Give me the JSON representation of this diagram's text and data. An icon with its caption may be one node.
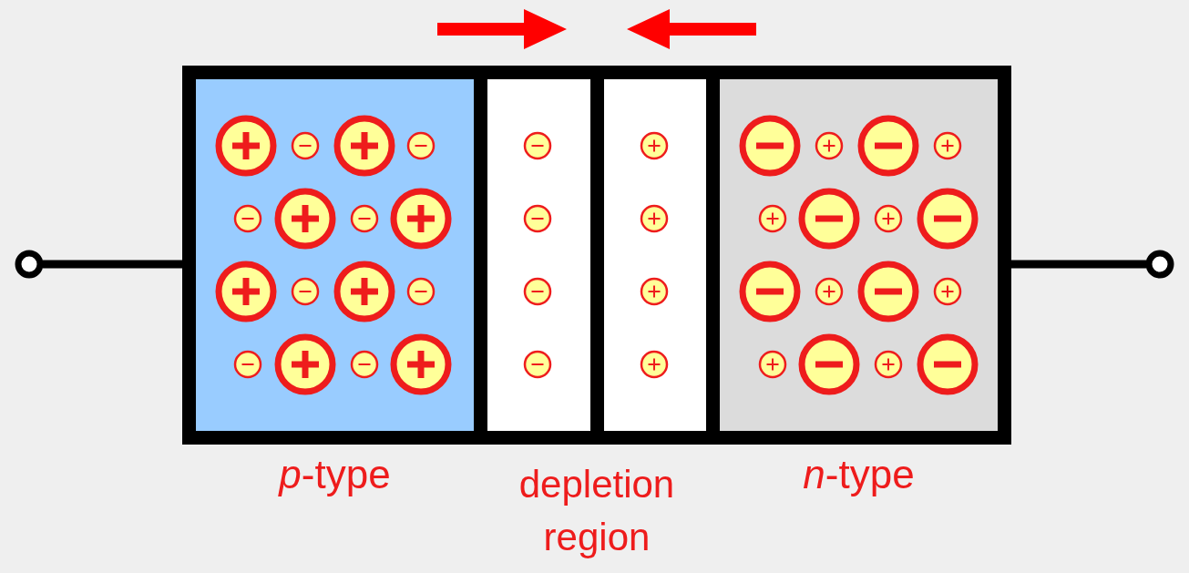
{
  "diagram": {
    "nodes": [
      {
        "text": [],
        "shape": "box"
      },
      {
        "text": [
          "*p*-type"
        ],
        "in": 0
      },
      {
        "text": [],
        "shape": "box",
        "in": 0
      },
      {
        "text": [],
        "shape": "box",
        "in": 0
      },
      {
        "text": [
          "*n*-type"
        ],
        "in": 0
      },
      {
        "text": [],
        "shape": "circle"
      },
      {
        "text": [],
        "shape": "circle"
      }
    ],
    "edges": [
      {
        "from": 5,
        "to": 0,
        "arrow": "none"
      },
      {
        "from": 0,
        "to": 6,
        "arrow": "none"
      }
    ],
    "labels": [
      "depletion region"
    ]
  }
}
